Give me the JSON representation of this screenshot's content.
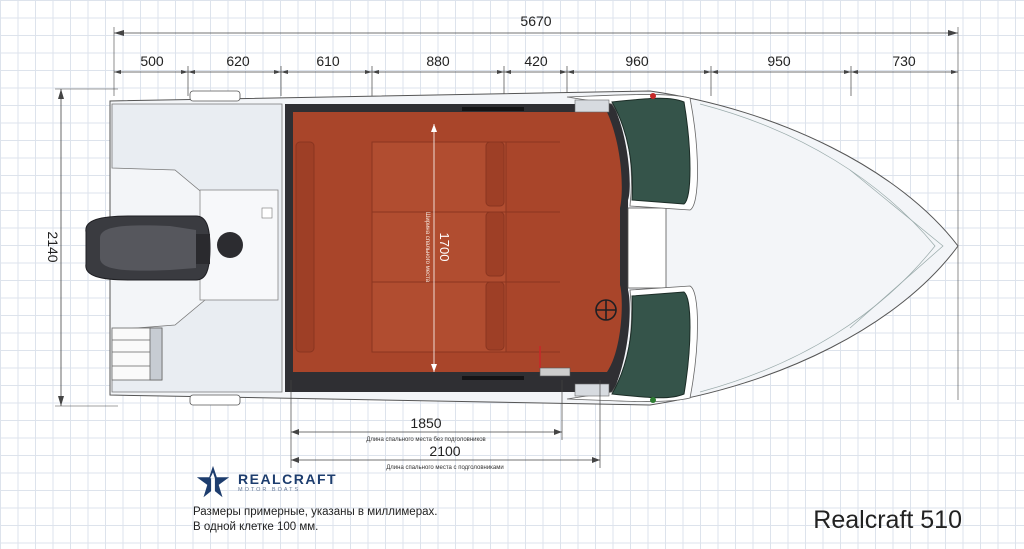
{
  "dimensions": {
    "overall_length": "5670",
    "width": "2140",
    "segments": [
      "500",
      "620",
      "610",
      "880",
      "420",
      "960",
      "950",
      "730"
    ],
    "berth_width": "1700",
    "berth_width_caption": "Ширина спального места",
    "berth_length_no_headrests": "1850",
    "berth_length_no_headrests_caption": "Длина спального места без подголовников",
    "berth_length_with_headrests": "2100",
    "berth_length_with_headrests_caption": "Длина спального места с подголовниками"
  },
  "brand": {
    "name": "REALCRAFT",
    "subtitle": "MOTOR BOATS"
  },
  "notes": {
    "line1": "Размеры примерные, указаны в миллимерах.",
    "line2": "В одной клетке 100 мм."
  },
  "model_title": "Realcraft 510",
  "colors": {
    "grid": "#dde3ec",
    "upholstery": "#a9452a",
    "cockpit_frame": "#2f2f33",
    "windshield": "#35544a",
    "deck": "#f1f3f6",
    "dim_lines": "#444444",
    "brand": "#1d3d6e"
  },
  "icons": [
    "realcraft-logo-icon",
    "outboard-motor-icon",
    "steering-wheel-icon",
    "cleat-icon",
    "ladder-icon"
  ]
}
